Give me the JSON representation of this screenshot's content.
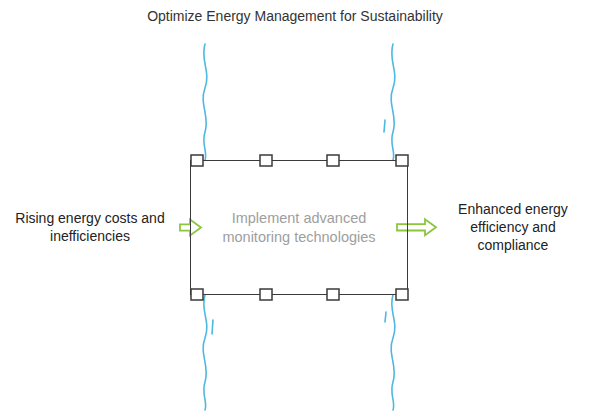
{
  "diagram": {
    "title": "Optimize Energy Management for Sustainability",
    "nodes": [
      {
        "text": [
          "Rising energy costs and inefficiencies"
        ]
      },
      {
        "text": [
          "Implement advanced monitoring technologies"
        ]
      },
      {
        "text": [
          "Enhanced energy efficiency and compliance"
        ]
      }
    ],
    "edges": [
      {
        "from": 0,
        "to": 1,
        "arrow": "to"
      },
      {
        "from": 1,
        "to": 2,
        "arrow": "to"
      }
    ]
  }
}
